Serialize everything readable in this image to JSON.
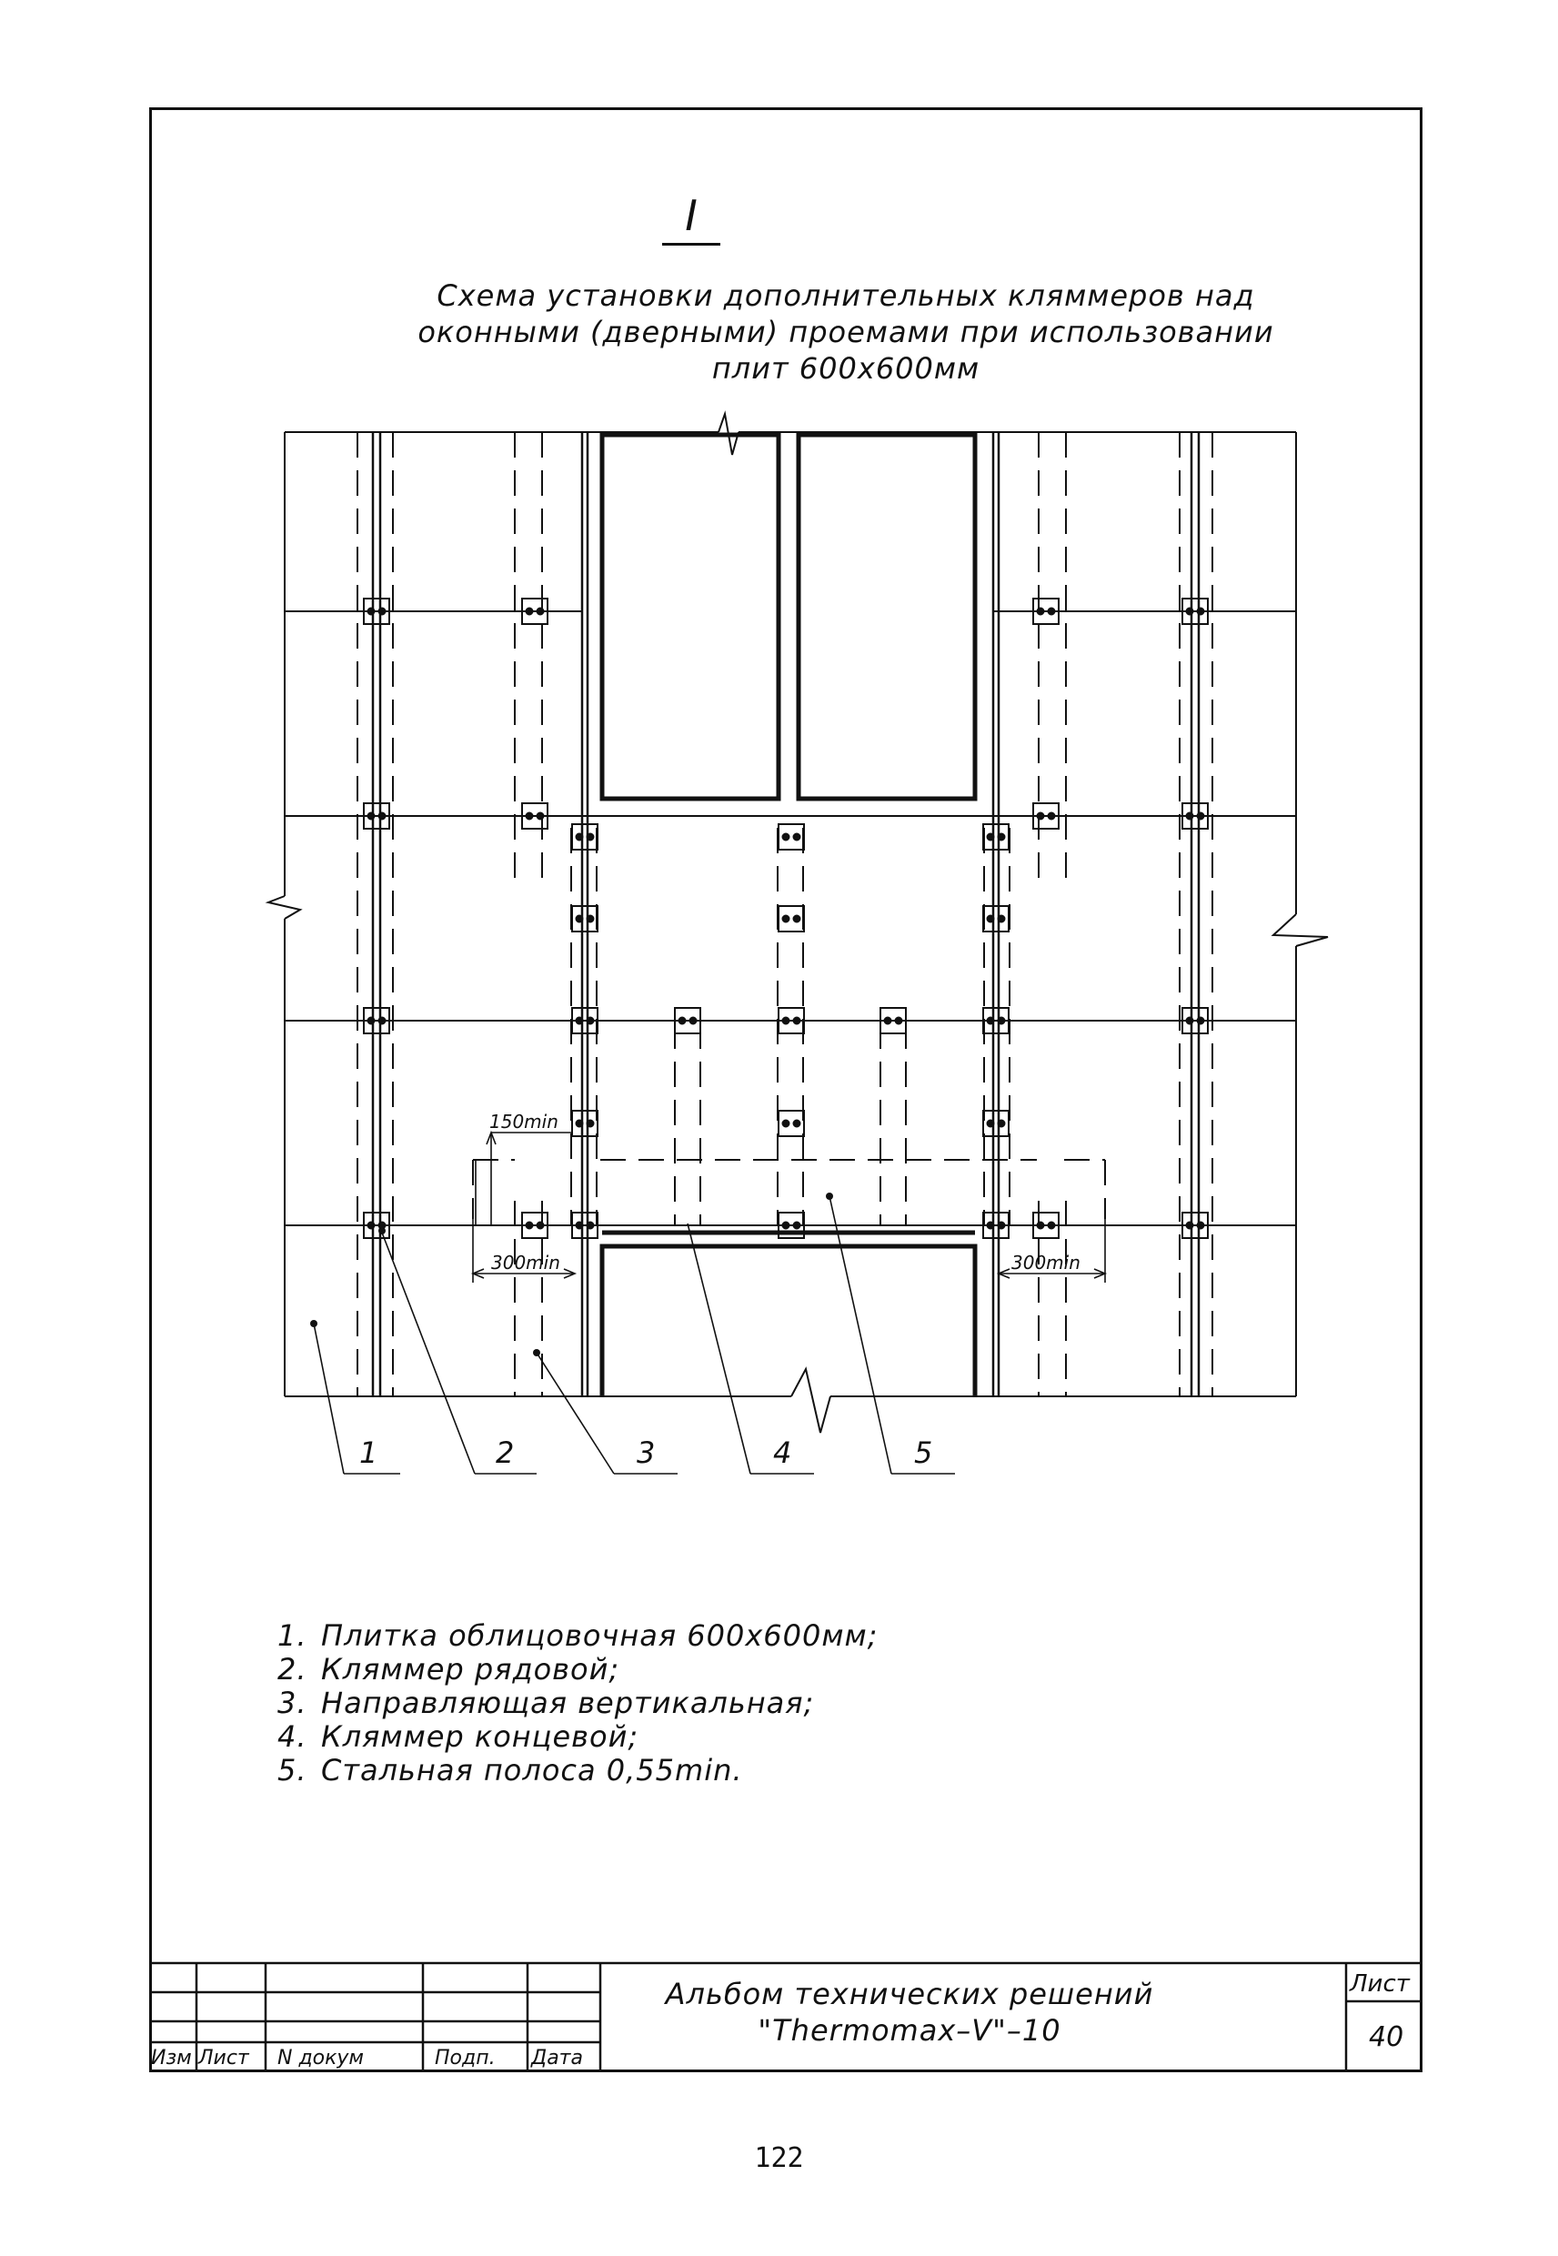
{
  "section_mark": "I",
  "title_lines": [
    "Схема установки дополнительных кляммеров над",
    "оконными (дверными) проемами при использовании",
    "плит 600х600мм"
  ],
  "dimensions": {
    "dim_150": "150min",
    "dim_300_left": "300min",
    "dim_300_right": "300min"
  },
  "callouts": [
    "1",
    "2",
    "3",
    "4",
    "5"
  ],
  "legend": [
    {
      "num": "1.",
      "text": "Плитка облицовочная 600х600мм;"
    },
    {
      "num": "2.",
      "text": "Кляммер рядовой;"
    },
    {
      "num": "3.",
      "text": "Направляющая вертикальная;"
    },
    {
      "num": "4.",
      "text": "Кляммер концевой;"
    },
    {
      "num": "5.",
      "text": "Стальная полоса 0,55min."
    }
  ],
  "title_block": {
    "col_izm": "Изм",
    "col_list": "Лист",
    "col_ndokum": "N докум",
    "col_podp": "Подп.",
    "col_data": "Дата",
    "album_line1": "Альбом технических решений",
    "album_line2": "\"Thermomax–V\"–10",
    "sheet_label": "Лист",
    "sheet_number": "40"
  },
  "page_number": "122"
}
